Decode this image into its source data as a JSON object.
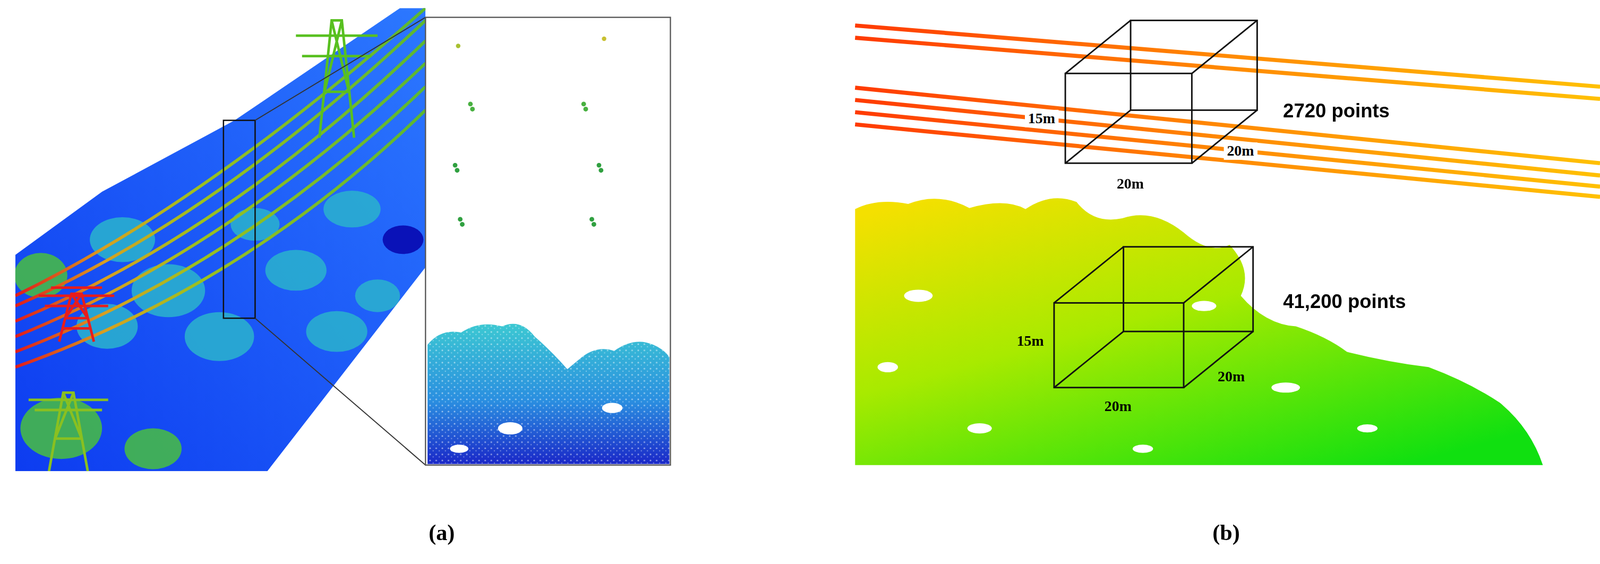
{
  "diagram": {
    "labels": [
      "15m",
      "20m",
      "20m",
      "2720 points",
      "15m",
      "20m",
      "20m",
      "41,200 points",
      "(a)",
      "(b)"
    ]
  }
}
